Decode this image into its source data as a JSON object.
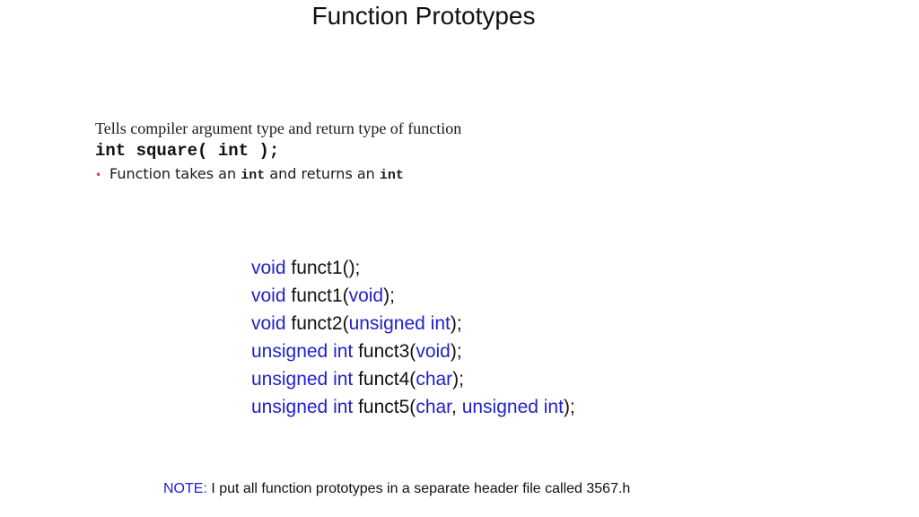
{
  "title": "Function Prototypes",
  "excerpt": {
    "line1": "Tells compiler argument type and return type of function",
    "line2": "int square( int );",
    "bullet": {
      "prefix": "Function takes an",
      "type1": "int",
      "middle": "and returns an",
      "type2": "int"
    }
  },
  "code_lines": [
    [
      {
        "text": "void",
        "kw": true
      },
      {
        "text": " funct1();",
        "kw": false
      }
    ],
    [
      {
        "text": "void",
        "kw": true
      },
      {
        "text": " funct1(",
        "kw": false
      },
      {
        "text": "void",
        "kw": true
      },
      {
        "text": ");",
        "kw": false
      }
    ],
    [
      {
        "text": "void",
        "kw": true
      },
      {
        "text": " funct2(",
        "kw": false
      },
      {
        "text": "unsigned int",
        "kw": true
      },
      {
        "text": ");",
        "kw": false
      }
    ],
    [
      {
        "text": "unsigned int",
        "kw": true
      },
      {
        "text": " funct3(",
        "kw": false
      },
      {
        "text": "void",
        "kw": true
      },
      {
        "text": ");",
        "kw": false
      }
    ],
    [
      {
        "text": "unsigned int",
        "kw": true
      },
      {
        "text": " funct4(",
        "kw": false
      },
      {
        "text": "char",
        "kw": true
      },
      {
        "text": ");",
        "kw": false
      }
    ],
    [
      {
        "text": "unsigned int",
        "kw": true
      },
      {
        "text": " funct5(",
        "kw": false
      },
      {
        "text": "char",
        "kw": true
      },
      {
        "text": ", ",
        "kw": false
      },
      {
        "text": "unsigned int",
        "kw": true
      },
      {
        "text": ");",
        "kw": false
      }
    ]
  ],
  "note": {
    "label": "NOTE:",
    "text": " I put all function prototypes in a separate header file called 3567.h"
  },
  "colors": {
    "keyword": "#1f1fd0",
    "text": "#111111",
    "bullet": "#c0504d"
  }
}
